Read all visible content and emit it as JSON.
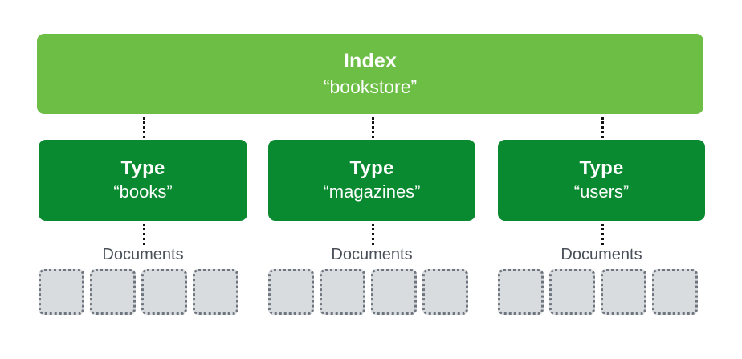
{
  "diagram": {
    "title": "Elasticsearch index / type / documents hierarchy",
    "background_color": "#ffffff",
    "colors": {
      "index_fill": "#6cbe45",
      "type_fill": "#0a8a30",
      "node_text": "#ffffff",
      "documents_label": "#4a5058",
      "document_fill": "#d9dcde",
      "document_border": "#6e757e",
      "connector": "#111111"
    },
    "index": {
      "title": "Index",
      "name": "“bookstore”"
    },
    "types": [
      {
        "title": "Type",
        "name": "“books”",
        "documents_label": "Documents",
        "documents": [
          "",
          "",
          "",
          ""
        ]
      },
      {
        "title": "Type",
        "name": "“magazines”",
        "documents_label": "Documents",
        "documents": [
          "",
          "",
          "",
          ""
        ]
      },
      {
        "title": "Type",
        "name": "“users”",
        "documents_label": "Documents",
        "documents": [
          "",
          "",
          "",
          ""
        ]
      }
    ]
  }
}
